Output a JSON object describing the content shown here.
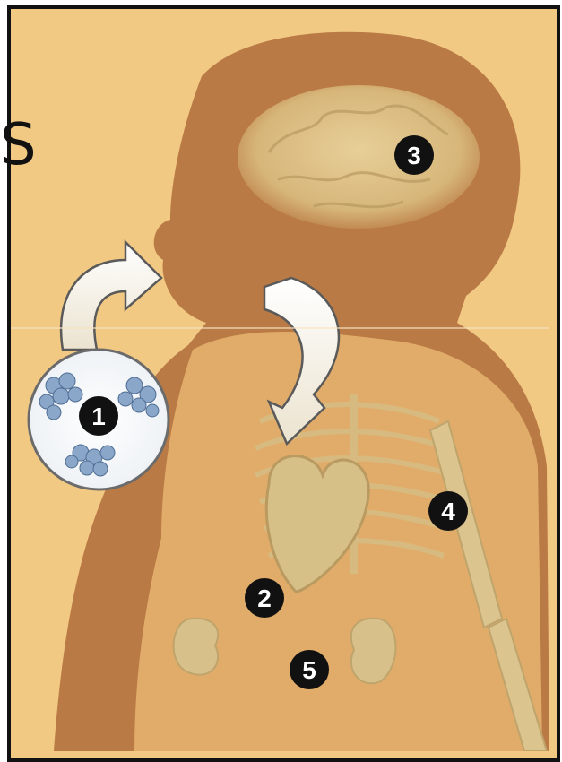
{
  "figure": {
    "stray_letter": "S",
    "labels": [
      {
        "id": "1",
        "text": "1"
      },
      {
        "id": "2",
        "text": "2"
      },
      {
        "id": "3",
        "text": "3"
      },
      {
        "id": "4",
        "text": "4"
      },
      {
        "id": "5",
        "text": "5"
      }
    ]
  },
  "colors": {
    "background": "#f2c983",
    "silhouette": "#b97a45",
    "body_light": "#e9b46f",
    "organ": "#d8c08a",
    "badge": "#111111",
    "arrow": "#f7f2e6",
    "zoom_cell": "#8aa6c8"
  }
}
